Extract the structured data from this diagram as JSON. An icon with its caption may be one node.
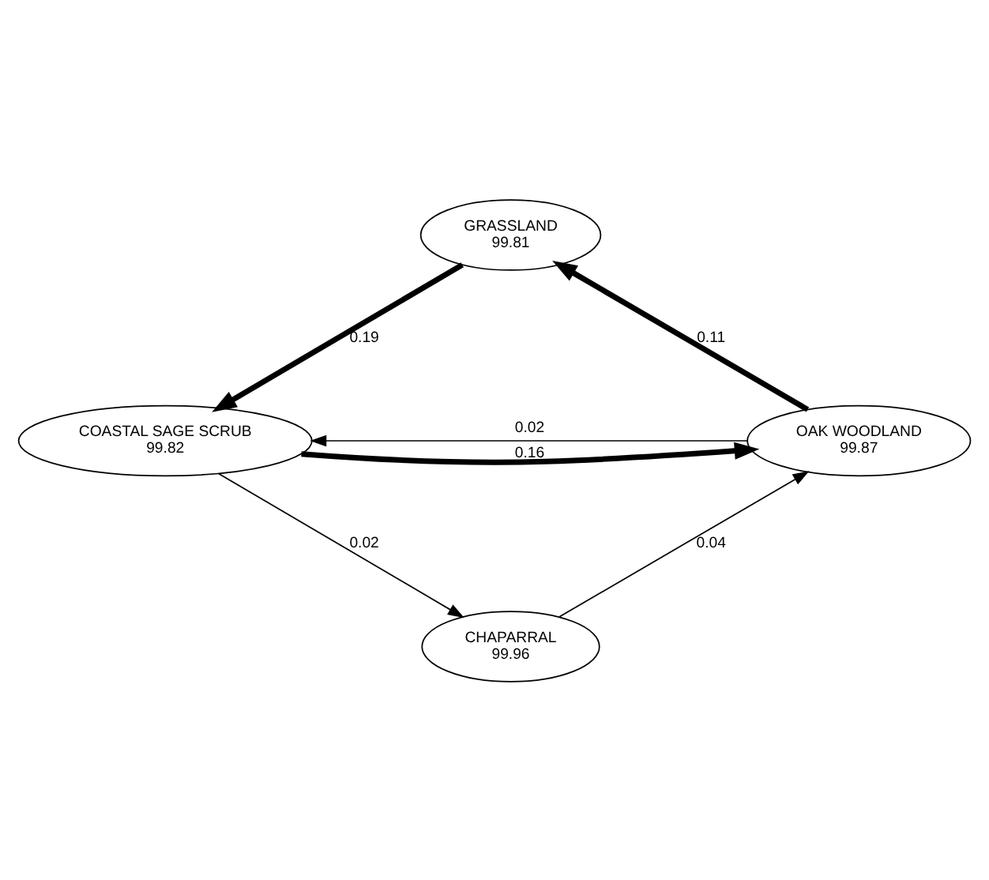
{
  "diagram": {
    "nodes": [
      {
        "text": [
          "GRASSLAND",
          "99.81"
        ]
      },
      {
        "text": [
          "OAK WOODLAND",
          "99.87"
        ]
      },
      {
        "text": [
          "COASTAL SAGE SCRUB",
          "99.82"
        ]
      },
      {
        "text": [
          "CHAPARRAL",
          "99.96"
        ]
      }
    ],
    "edges": [
      {
        "from": 1,
        "to": 0,
        "arrow": "to",
        "label": "0.11",
        "style": "thick"
      },
      {
        "from": 0,
        "to": 2,
        "arrow": "to",
        "label": "0.19",
        "style": "thick"
      },
      {
        "from": 1,
        "to": 2,
        "arrow": "to",
        "label": "0.02"
      },
      {
        "from": 2,
        "to": 1,
        "arrow": "to",
        "label": "0.16",
        "style": "thick"
      },
      {
        "from": 2,
        "to": 3,
        "arrow": "to",
        "label": "0.02"
      },
      {
        "from": 3,
        "to": 1,
        "arrow": "to",
        "label": "0.04"
      }
    ]
  }
}
